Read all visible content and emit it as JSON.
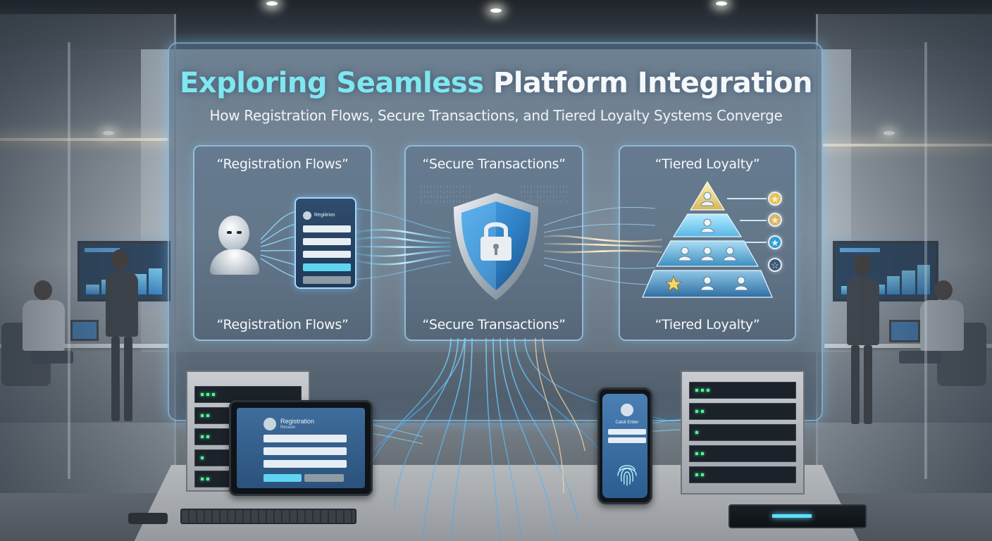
{
  "headline": {
    "part_a": "Exploring Seamless",
    "part_b": "Platform Integration",
    "subtitle": "How Registration Flows, Secure Transactions, and Tiered Loyalty Systems Converge"
  },
  "cards": [
    {
      "top_label": "“Registration Flows”",
      "bottom_label": "“Registration Flows”"
    },
    {
      "top_label": "“Secure Transactions”",
      "bottom_label": "“Secure Transactions”"
    },
    {
      "top_label": "“Tiered Loyalty”",
      "bottom_label": "“Tiered Loyalty”"
    }
  ],
  "registration_form": {
    "title": "Regiitrion"
  },
  "tablet_form": {
    "title": "Registration",
    "subtitle": "Rerasto"
  },
  "phone_form": {
    "title": "Catsit Entter"
  },
  "colors": {
    "accent_cyan": "#7fe7f0",
    "stream_blue": "#58c6ff",
    "stream_gold": "#f2d6a0",
    "shield_blue": "#2f7fc4",
    "pyramid_gold": "#e7d27a",
    "pyramid_blue": "#7ec8ea"
  },
  "icons": [
    "robot-avatar-icon",
    "shield-lock-icon",
    "user-icon",
    "star-icon",
    "fingerprint-icon"
  ]
}
